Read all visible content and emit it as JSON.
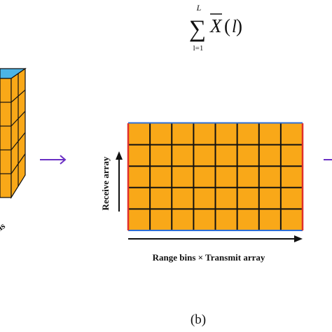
{
  "formula": {
    "sum_upper": "L",
    "sum_symbol": "∑",
    "sum_lower": "l=1",
    "term": "X",
    "open_paren": "(",
    "arg": "l",
    "close_paren": ")"
  },
  "left_label_fragment": "ms",
  "axis_labels": {
    "vertical": "Receive array",
    "horizontal": "Range bins × Transmit array"
  },
  "panel_label": "(b)",
  "colors": {
    "cell_fill": "#F9A818",
    "grid_line": "#111111",
    "top_face": "#4BB4E6",
    "side_edge_red": "#E0302A",
    "top_edge_blue": "#2F6FD6",
    "arrow_purple": "#6A2FC4"
  }
}
